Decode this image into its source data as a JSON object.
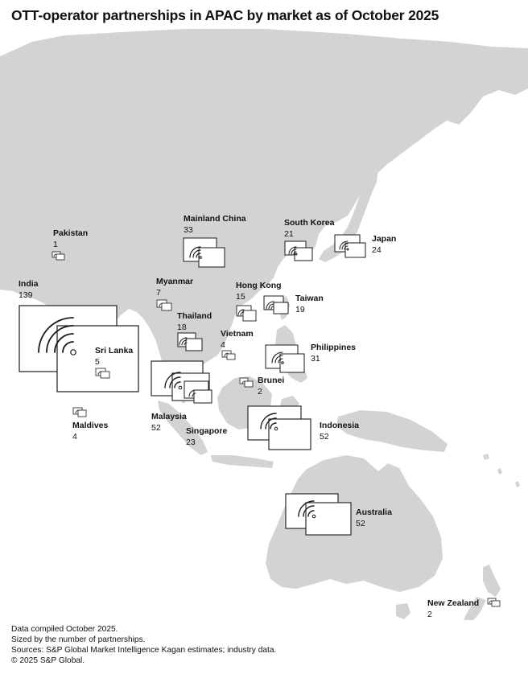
{
  "title": "OTT-operator partnerships in APAC by market as of October 2025",
  "markets": [
    {
      "name": "Pakistan",
      "count": "1"
    },
    {
      "name": "Mainland China",
      "count": "33"
    },
    {
      "name": "South Korea",
      "count": "21"
    },
    {
      "name": "Japan",
      "count": "24"
    },
    {
      "name": "India",
      "count": "139"
    },
    {
      "name": "Myanmar",
      "count": "7"
    },
    {
      "name": "Hong Kong",
      "count": "15"
    },
    {
      "name": "Taiwan",
      "count": "19"
    },
    {
      "name": "Thailand",
      "count": "18"
    },
    {
      "name": "Vietnam",
      "count": "4"
    },
    {
      "name": "Philippines",
      "count": "31"
    },
    {
      "name": "Sri Lanka",
      "count": "5"
    },
    {
      "name": "Brunei",
      "count": "2"
    },
    {
      "name": "Maldives",
      "count": "4"
    },
    {
      "name": "Malaysia",
      "count": "52"
    },
    {
      "name": "Singapore",
      "count": "23"
    },
    {
      "name": "Indonesia",
      "count": "52"
    },
    {
      "name": "Australia",
      "count": "52"
    },
    {
      "name": "New Zealand",
      "count": "2"
    }
  ],
  "footer": {
    "line1": "Data compiled October 2025.",
    "line2": "Sized by the number of partnerships.",
    "line3": "Sources: S&P Global Market Intelligence Kagan estimates; industry data.",
    "line4": "© 2025 S&P Global."
  },
  "colors": {
    "land": "#d3d3d3",
    "background": "#ffffff",
    "icon_stroke": "#1a1a1a"
  },
  "icon": "wifi-screen-icon"
}
